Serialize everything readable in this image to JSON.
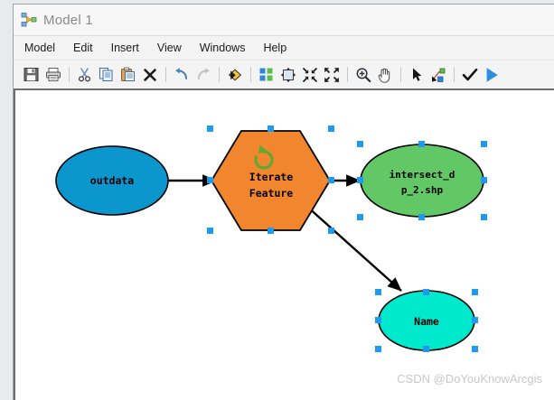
{
  "window": {
    "title": "Model 1",
    "title_icon": "model-builder-icon"
  },
  "menubar": {
    "items": [
      {
        "label": "Model",
        "name": "menu-model"
      },
      {
        "label": "Edit",
        "name": "menu-edit"
      },
      {
        "label": "Insert",
        "name": "menu-insert"
      },
      {
        "label": "View",
        "name": "menu-view"
      },
      {
        "label": "Windows",
        "name": "menu-windows"
      },
      {
        "label": "Help",
        "name": "menu-help"
      }
    ]
  },
  "toolbar": {
    "buttons": [
      {
        "icon": "save-icon",
        "label": "Save"
      },
      {
        "icon": "print-icon",
        "label": "Print"
      },
      {
        "icon": "cut-scissors-icon",
        "label": "Cut"
      },
      {
        "icon": "copy-icon",
        "label": "Copy"
      },
      {
        "icon": "paste-icon",
        "label": "Paste"
      },
      {
        "icon": "delete-x-icon",
        "label": "Delete"
      },
      {
        "icon": "undo-arrow-icon",
        "label": "Undo"
      },
      {
        "icon": "redo-arrow-icon",
        "label": "Redo"
      },
      {
        "icon": "add-data-diamond-icon",
        "label": "Add Data or Tool"
      },
      {
        "icon": "auto-layout-grid-icon",
        "label": "Auto Layout"
      },
      {
        "icon": "full-extent-icon",
        "label": "Full Extent"
      },
      {
        "icon": "zoom-to-fit-icon",
        "label": "Zoom To Selected"
      },
      {
        "icon": "zoom-out-corners-icon",
        "label": "Zoom Out"
      },
      {
        "icon": "magnifier-zoom-icon",
        "label": "Zoom In"
      },
      {
        "icon": "pan-hand-icon",
        "label": "Pan"
      },
      {
        "icon": "select-arrow-icon",
        "label": "Select"
      },
      {
        "icon": "connect-tool-icon",
        "label": "Connect"
      },
      {
        "icon": "validate-check-icon",
        "label": "Validate Entire Model"
      },
      {
        "icon": "run-play-icon",
        "label": "Run"
      }
    ]
  },
  "diagram": {
    "nodes": [
      {
        "id": "outdata",
        "name": "model-element-outdata",
        "label": "outdata",
        "shape": "ellipse",
        "color": "#0c96ce",
        "selected": false
      },
      {
        "id": "iterate-feature",
        "name": "model-element-iterate-feature",
        "label_line1": "Iterate",
        "label_line2": "Feature",
        "shape": "hexagon",
        "color": "#f2862f",
        "badge_icon": "loop-refresh-icon",
        "badge_color": "#5fa932",
        "selected": true
      },
      {
        "id": "intersect-shp",
        "name": "model-element-intersect-dp-2-shp",
        "label_line1": "intersect_d",
        "label_line2": "p_2.shp",
        "shape": "ellipse",
        "color": "#62c765",
        "selected": true
      },
      {
        "id": "name-var",
        "name": "model-element-name",
        "label": "Name",
        "shape": "ellipse",
        "color": "#00e9cd",
        "selected": true
      }
    ],
    "connectors": [
      {
        "from": "outdata",
        "to": "iterate-feature",
        "name": "connector-outdata-to-iterate"
      },
      {
        "from": "iterate-feature",
        "to": "intersect-shp",
        "name": "connector-iterate-to-intersect"
      },
      {
        "from": "iterate-feature",
        "to": "name-var",
        "name": "connector-iterate-to-name"
      }
    ],
    "selection_handle_color": "#1e9bf0"
  },
  "watermark": {
    "text": "CSDN @DoYouKnowArcgis"
  }
}
